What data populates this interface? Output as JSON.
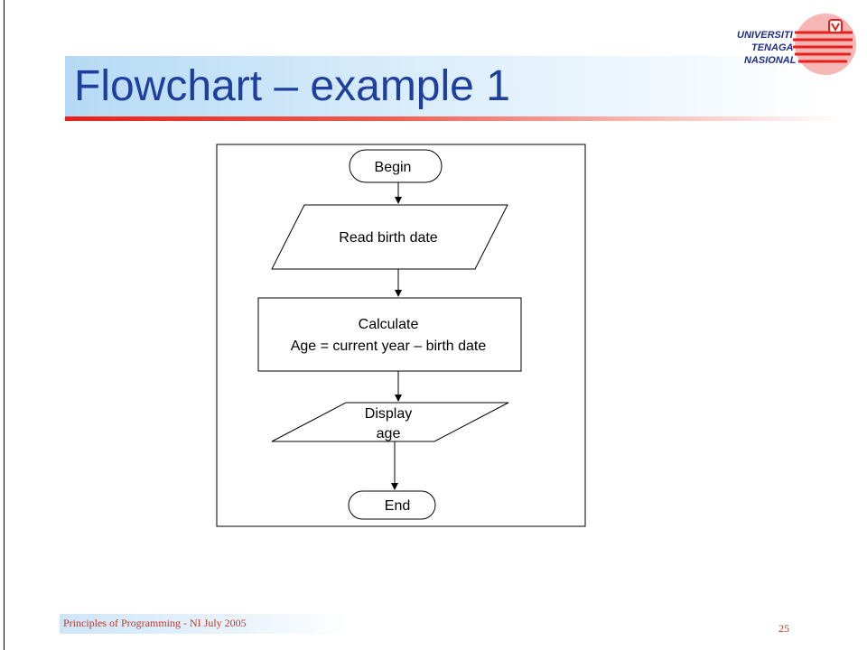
{
  "slide": {
    "title": "Flowchart – example 1",
    "footer": "Principles of Programming - NI July 2005",
    "page_number": "25"
  },
  "logo": {
    "line1": "UNIVERSITI",
    "line2": "TENAGA",
    "line3": "NASIONAL",
    "colors": {
      "text": "#1e2f8c",
      "stripes": "#e8201b",
      "emblem": "#e8201b"
    }
  },
  "flowchart": {
    "begin": "Begin",
    "read_input": "Read birth date",
    "process_line1": "Calculate",
    "process_line2": "Age = current year – birth date",
    "output_line1": "Display",
    "output_line2": "age",
    "end": "End"
  },
  "colors": {
    "title": "#1e3f9e",
    "title_band": "#b6daf4",
    "accent_red": "#e8201b",
    "footer_text": "#c0392b"
  }
}
